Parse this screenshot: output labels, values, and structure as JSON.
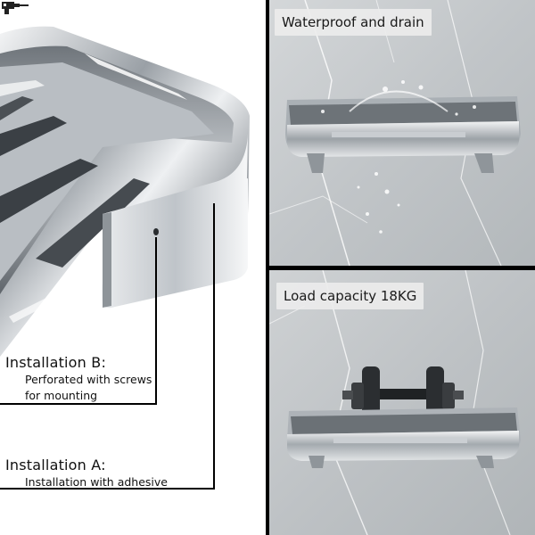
{
  "installation_b": {
    "title": "Installation B:",
    "line1": "Perforated with screws",
    "line2": "for mounting",
    "icon": "drill-icon"
  },
  "installation_a": {
    "title": "Installation A:",
    "line1": "Installation with adhesive"
  },
  "panels": {
    "top_label": "Waterproof and drain",
    "bottom_label": "Load capacity 18KG"
  },
  "colors": {
    "marble": "#c9cdd0",
    "chrome": "#d8dbdf",
    "tag_bg": "#ececec",
    "divider": "#000000"
  }
}
